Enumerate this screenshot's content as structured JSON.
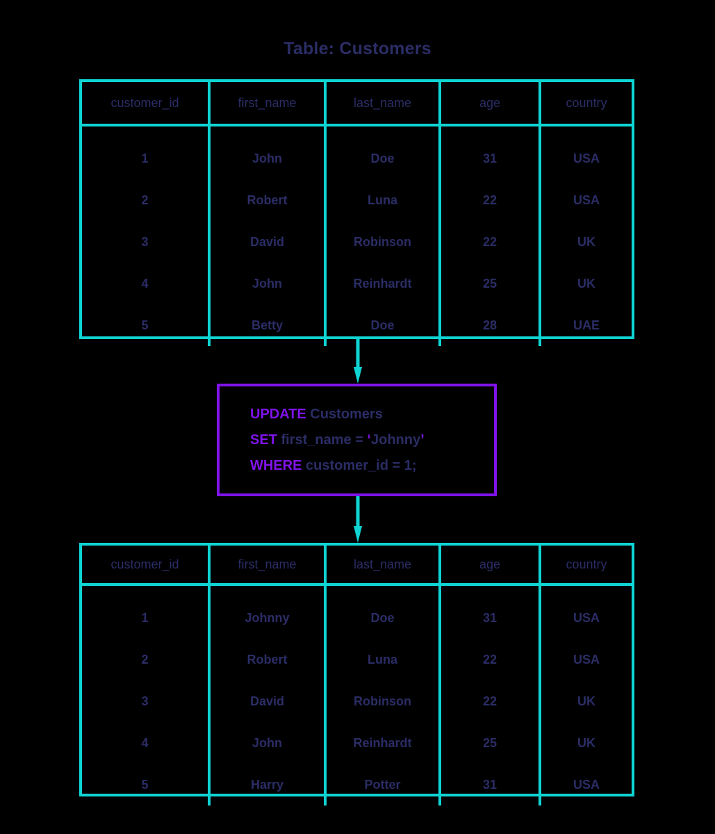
{
  "diagram": {
    "title": "Table: Customers",
    "colors": {
      "background": "#000000",
      "table_border": "#0fd4d4",
      "text": "#2b2d66",
      "query_border": "#8013ea",
      "keyword": "#8013ea",
      "arrow": "#0fd4d4"
    }
  },
  "columns": [
    "customer_id",
    "first_name",
    "last_name",
    "age",
    "country"
  ],
  "table_before": {
    "name": "customers-before",
    "headers": [
      "customer_id",
      "first_name",
      "last_name",
      "age",
      "country"
    ],
    "rows": [
      [
        "1",
        "John",
        "Doe",
        "31",
        "USA"
      ],
      [
        "2",
        "Robert",
        "Luna",
        "22",
        "USA"
      ],
      [
        "3",
        "David",
        "Robinson",
        "22",
        "UK"
      ],
      [
        "4",
        "John",
        "Reinhardt",
        "25",
        "UK"
      ],
      [
        "5",
        "Betty",
        "Doe",
        "28",
        "UAE"
      ]
    ]
  },
  "table_after": {
    "name": "customers-after",
    "headers": [
      "customer_id",
      "first_name",
      "last_name",
      "age",
      "country"
    ],
    "rows": [
      [
        "1",
        "Johnny",
        "Doe",
        "31",
        "USA"
      ],
      [
        "2",
        "Robert",
        "Luna",
        "22",
        "USA"
      ],
      [
        "3",
        "David",
        "Robinson",
        "22",
        "UK"
      ],
      [
        "4",
        "John",
        "Reinhardt",
        "25",
        "UK"
      ],
      [
        "5",
        "Harry",
        "Potter",
        "31",
        "USA"
      ]
    ]
  },
  "query": {
    "line1": {
      "keyword": "UPDATE",
      "rest": " Customers"
    },
    "line2": {
      "keyword": "SET",
      "rest": " first_name = ",
      "open_quote": "‘",
      "value": "Johnny",
      "close_quote": "’"
    },
    "line3": {
      "keyword": "WHERE",
      "rest": " customer_id = 1;"
    },
    "full_text": "UPDATE Customers SET first_name = ‘Johnny’ WHERE customer_id = 1;"
  },
  "arrows": {
    "top": "arrow-down",
    "bottom": "arrow-down"
  }
}
